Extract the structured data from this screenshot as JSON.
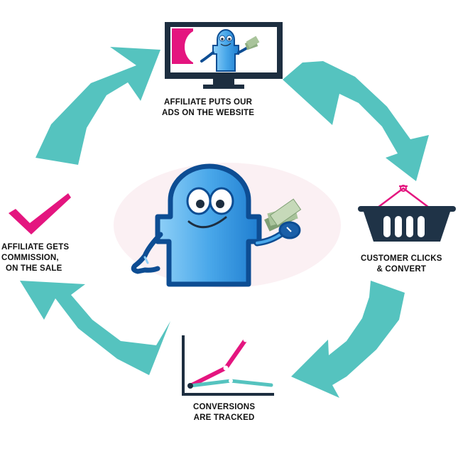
{
  "colors": {
    "arrow": "#55c3bf",
    "mascot_blue": "#3a9ae0",
    "mascot_dark": "#0d4d93",
    "magenta": "#e4157f",
    "basket": "#1f3347",
    "monitor": "#1d2e40",
    "money": "#8fae82",
    "bubble": "#fbf0f3"
  },
  "icons": {
    "monitor": "monitor-icon",
    "basket": "shopping-basket-icon",
    "chart": "line-chart-icon",
    "check": "checkmark-icon",
    "mascot": "mascot-with-cash-icon"
  },
  "steps": {
    "top": {
      "line1": "AFFILIATE PUTS   OUR",
      "line2": "ADS  ON THE    WEBSITE"
    },
    "right": {
      "line1": "CUSTOMER CLICKS",
      "line2": "& CONVERT"
    },
    "bottom": {
      "line1": "CONVERSIONS",
      "line2": "ARE TRACKED"
    },
    "left": {
      "line1": "AFFILIATE GETS",
      "line2": "COMMISSION,",
      "line3": "ON THE SALE"
    }
  }
}
